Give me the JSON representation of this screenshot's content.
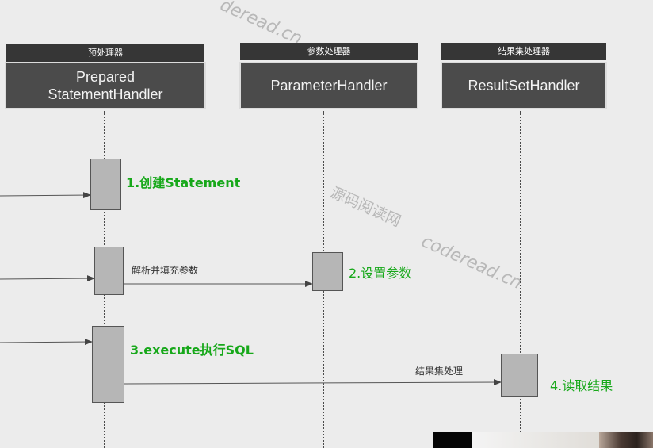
{
  "watermark": {
    "top_text": "deread.cn",
    "middle_cn": "源码阅读网",
    "middle_en": "coderead.cn"
  },
  "lanes": [
    {
      "tag": "预处理器",
      "title": "Prepared\nStatementHandler"
    },
    {
      "tag": "参数处理器",
      "title": "ParameterHandler"
    },
    {
      "tag": "结果集处理器",
      "title": "ResultSetHandler"
    }
  ],
  "steps": [
    {
      "label": "1.创建Statement"
    },
    {
      "label": "2.设置参数"
    },
    {
      "label": "3.execute执行SQL"
    },
    {
      "label": "4.读取结果"
    }
  ],
  "messages": [
    {
      "label": "解析并填充参数"
    },
    {
      "label": "结果集处理"
    }
  ],
  "colors": {
    "step_green": "#17a81a",
    "lane_box": "#4b4b4b",
    "lane_tag": "#363636",
    "activation": "#b6b6b6",
    "background": "#ececec"
  }
}
